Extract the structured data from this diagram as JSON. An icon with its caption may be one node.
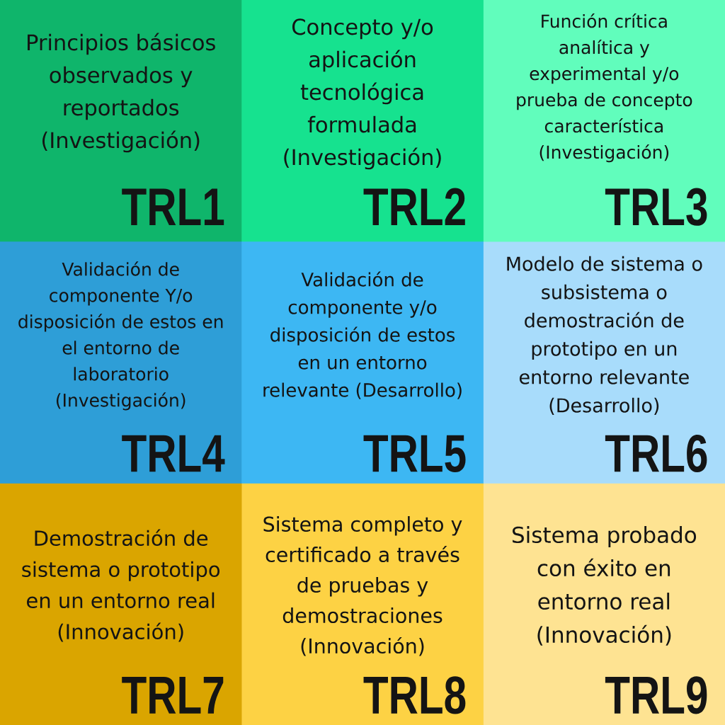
{
  "diagram": {
    "nodes": [
      {
        "text": [
          "Principios básicos observados y reportados (Investigación)",
          "TRL1"
        ]
      },
      {
        "text": [
          "Concepto y/o aplicación tecnológica formulada (Investigación)",
          "TRL2"
        ]
      },
      {
        "text": [
          "Función crítica analítica y experimental y/o prueba de concepto característica (Investigación)",
          "TRL3"
        ]
      },
      {
        "text": [
          "Validación de componente Y/o disposición de estos en el entorno de laboratorio (Investigación)",
          "TRL4"
        ]
      },
      {
        "text": [
          "Validación de componente y/o disposición de estos en un entorno relevante (Desarrollo)",
          "TRL5"
        ]
      },
      {
        "text": [
          "Modelo de sistema o subsistema o demostración de prototipo en un entorno relevante (Desarrollo)",
          "TRL6"
        ]
      },
      {
        "text": [
          "Demostración de sistema o prototipo en un entorno real (Innovación)",
          "TRL7"
        ]
      },
      {
        "text": [
          "Sistema completo y certificado a través de pruebas y demostraciones (Innovación)",
          "TRL8"
        ]
      },
      {
        "text": [
          "Sistema probado con éxito en entorno real (Innovación)",
          "TRL9"
        ]
      }
    ]
  }
}
